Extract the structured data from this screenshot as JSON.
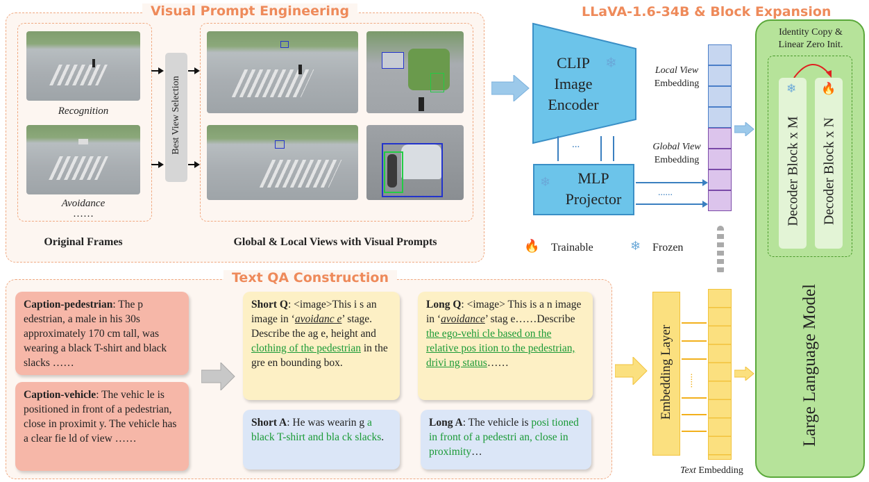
{
  "visual_prompt": {
    "title": "Visual Prompt Engineering",
    "frame_label_1": "Recognition",
    "frame_label_2": "Avoidance",
    "ellipsis": "……",
    "original_frames_label": "Original Frames",
    "best_view_label": "Best View Selection",
    "views_label": "Global & Local Views with Visual Prompts"
  },
  "llava": {
    "title": "LLaVA-1.6-34B & Block Expansion",
    "clip_line1": "CLIP",
    "clip_line2": "Image",
    "clip_line3": "Encoder",
    "mlp_line1": "MLP",
    "mlp_line2": "Projector",
    "dots_small": "...",
    "dots_wide": "......",
    "local_view_italic": "Local View",
    "local_view_rest": "Embedding",
    "global_view_italic": "Global View",
    "global_view_rest": "Embedding",
    "legend_trainable": "Trainable",
    "legend_frozen": "Frozen",
    "identity_line1": "Identity Copy &",
    "identity_line2": "Linear Zero Init.",
    "decoder_m": "Decoder Block x M",
    "decoder_n": "Decoder Block x N",
    "llm_label": "Large Language Model",
    "embedding_layer": "Embedding Layer",
    "text_emb_italic": "Text",
    "text_emb_rest": "Embedding",
    "vertical_dots": "......"
  },
  "text_qa": {
    "title": "Text QA Construction",
    "caption_ped": {
      "head": "Caption-pedestrian",
      "body": ": The p edestrian, a male in his 30s approximately 170 cm tall, was wearing a black T-shirt and black slacks ……"
    },
    "caption_veh": {
      "head": "Caption-vehicle",
      "body": ": The vehic le is positioned in front of a pedestrian, close in proximit y. The vehicle has a clear fie ld of view ……"
    },
    "short_q": {
      "head": "Short Q",
      "part1": ": <image>This i s an image in ‘",
      "italic": "avoidanc e",
      "part2": "’ stage. Describe the ag e, height and ",
      "green": "clothing of the pedestrian",
      "part3": " in the gre en bounding box."
    },
    "short_a": {
      "head": "Short A",
      "part1": ": He was wearin g ",
      "green": "a black T-shirt and bla ck slacks",
      "part2": "."
    },
    "long_q": {
      "head": "Long Q",
      "part1": ": <image> This is a n image in ‘",
      "italic": "avoidance",
      "part2": "’ stag e……Describe ",
      "green": "the ego-vehi cle based on the relative pos ition to the pedestrian, drivi ng status",
      "part3": "……"
    },
    "long_a": {
      "head": "Long A",
      "part1": ": The vehicle is ",
      "green": "posi tioned in front of a pedestri an, close in proximity",
      "part2": "…"
    }
  },
  "colors": {
    "orange_accent": "#ee8a5a",
    "clip_blue": "#6cc4ea",
    "llm_green": "#b6e39a",
    "embed_yellow": "#fbe07f",
    "caption_red": "#f6b7a8",
    "question_yellow": "#fdf0c5",
    "answer_blue": "#dbe6f7"
  }
}
